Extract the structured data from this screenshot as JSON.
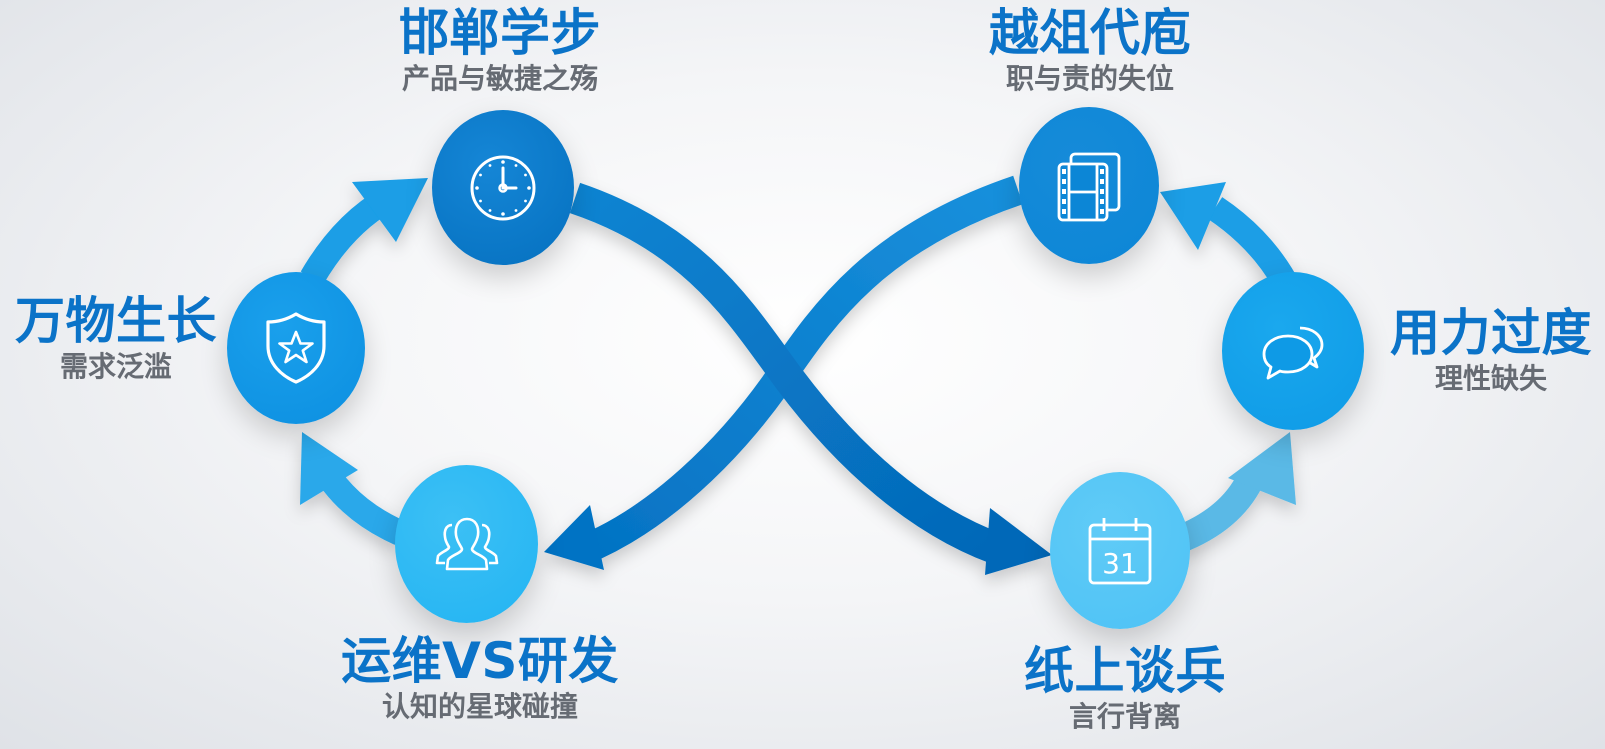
{
  "colors": {
    "dark_blue": "#0577c8",
    "mid_blue": "#0c8fe0",
    "light_blue": "#23b4f2",
    "title_blue": "#0b73c8",
    "subtitle_gray": "#666b73"
  },
  "nodes": {
    "top_left": {
      "title": "邯郸学步",
      "subtitle": "产品与敏捷之殇",
      "icon": "clock-icon"
    },
    "left": {
      "title": "万物生长",
      "subtitle": "需求泛滥",
      "icon": "shield-star-icon"
    },
    "bottom_left": {
      "title": "运维VS研发",
      "subtitle": "认知的星球碰撞",
      "icon": "users-icon"
    },
    "top_right": {
      "title": "越俎代庖",
      "subtitle": "职与责的失位",
      "icon": "film-frames-icon"
    },
    "right": {
      "title": "用力过度",
      "subtitle": "理性缺失",
      "icon": "chat-bubbles-icon"
    },
    "bottom_right": {
      "title": "纸上谈兵",
      "subtitle": "言行背离",
      "icon": "calendar-icon",
      "calendar_day": "31"
    }
  }
}
